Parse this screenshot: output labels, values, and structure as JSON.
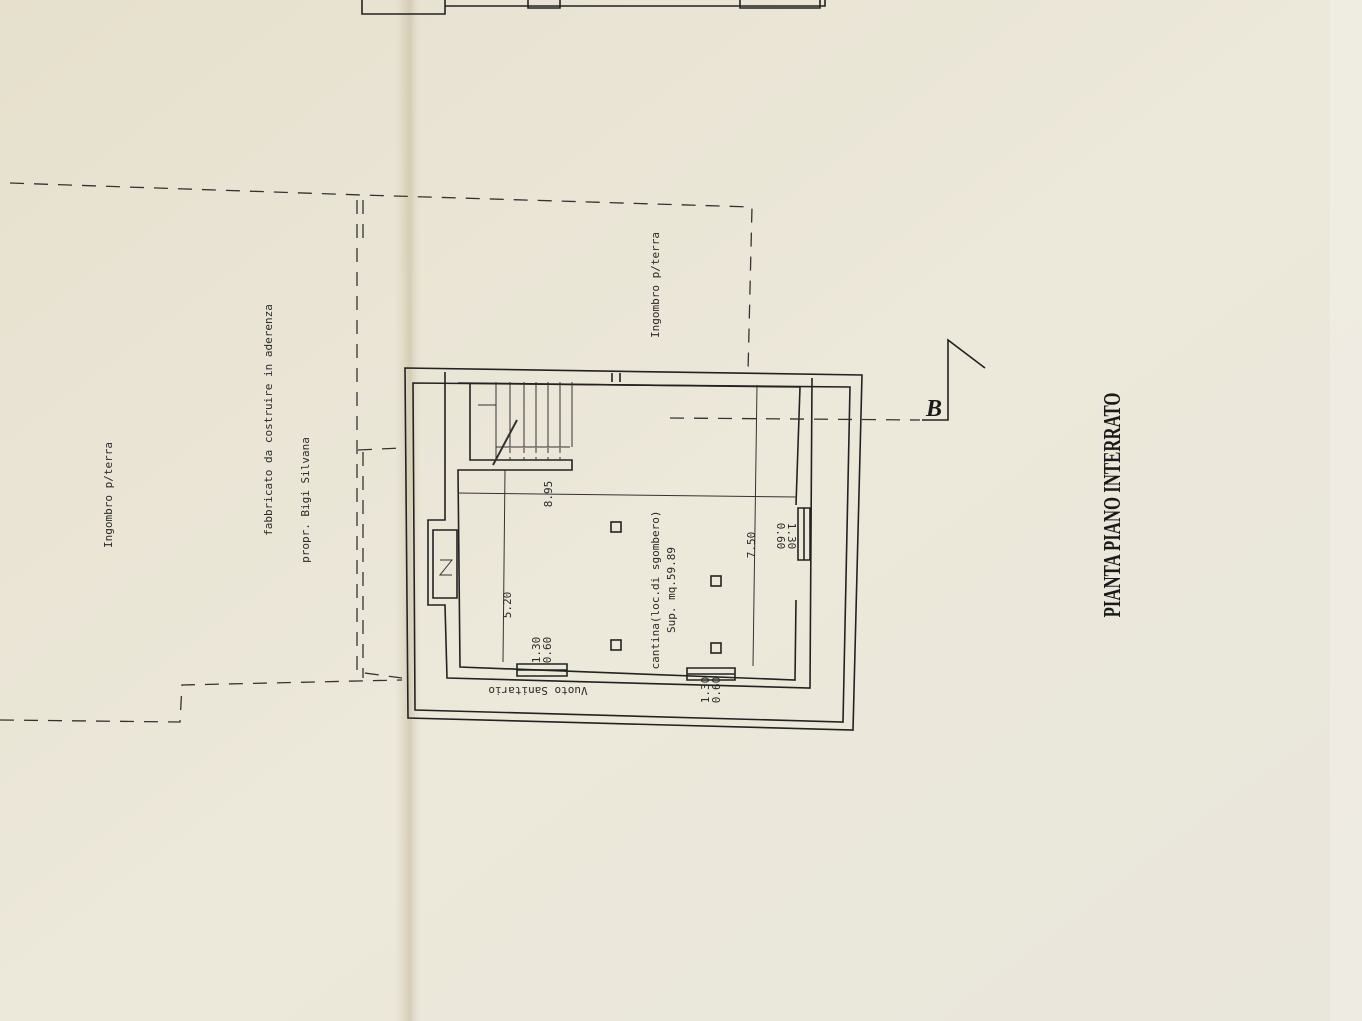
{
  "drawing": {
    "title": "PIANTA PIANO INTERRATO",
    "section_mark": "B",
    "labels": {
      "ingombro_left": "Ingombro p/terra",
      "ingombro_right": "Ingombro p/terra",
      "fabbricato": "fabbricato da costruire in aderenza",
      "proprietario": "propr. Bigi Silvana",
      "room_name": "cantina(loc.di sgombero)",
      "room_area": "Sup. mq.59.89",
      "vuoto": "Vuoto Sanitario"
    },
    "dimensions": {
      "width": "8.95",
      "depth": "7.50",
      "partial": "5.20"
    },
    "windows": [
      {
        "top": "1.30",
        "bottom": "0.60"
      },
      {
        "top": "1.30",
        "bottom": "0.60"
      },
      {
        "top": "1.30",
        "bottom": "0.60"
      }
    ]
  },
  "colors": {
    "paper": "#e9e4d4",
    "ink": "#222222"
  }
}
